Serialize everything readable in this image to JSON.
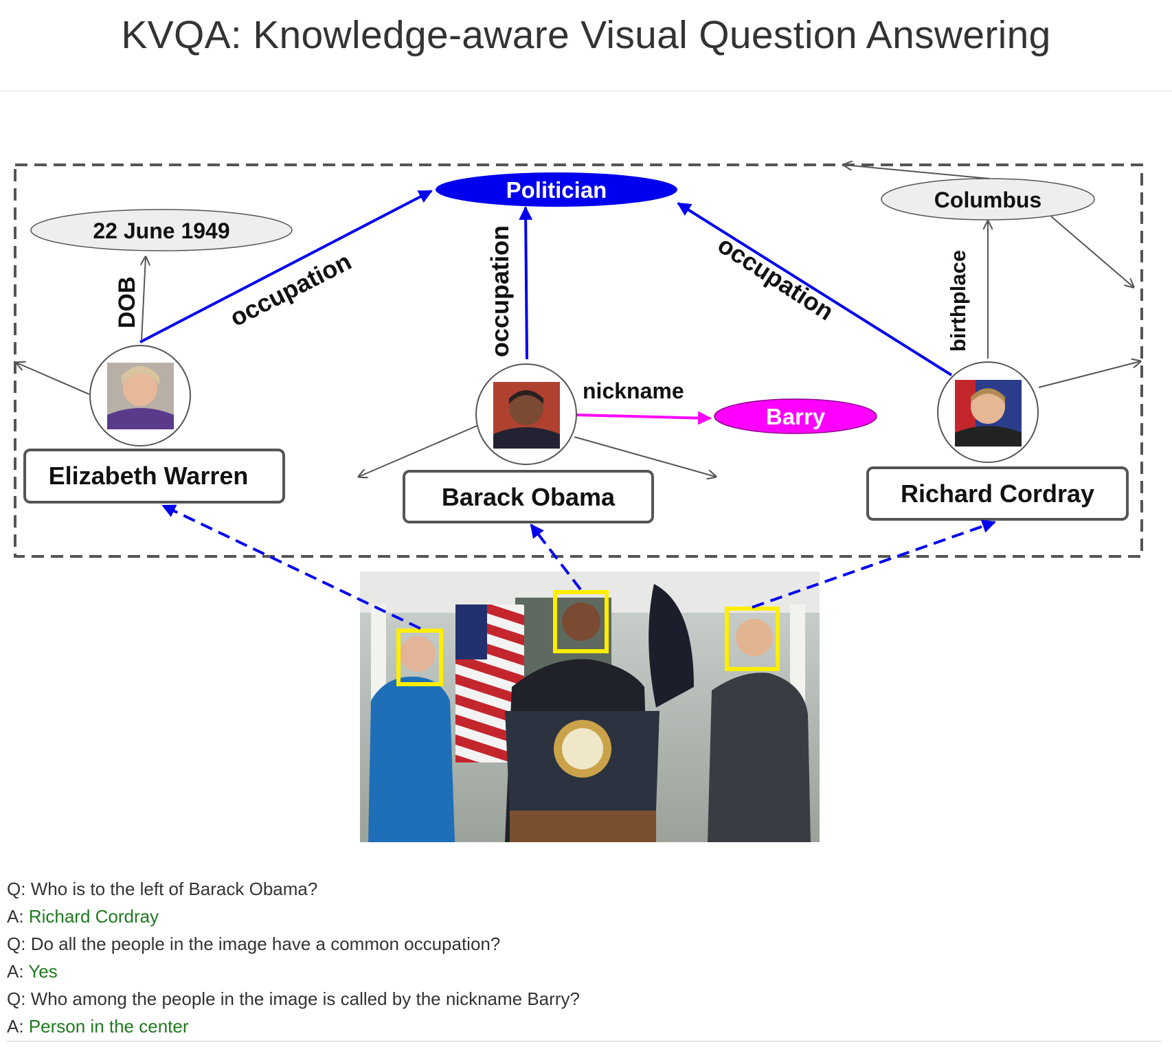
{
  "page": {
    "title": "KVQA: Knowledge-aware Visual Question Answering"
  },
  "graph": {
    "nodes": {
      "politician": "Politician",
      "dob": "22 June 1949",
      "columbus": "Columbus",
      "barry": "Barry"
    },
    "people": {
      "warren": "Elizabeth Warren",
      "obama": "Barack Obama",
      "cordray": "Richard Cordray"
    },
    "edges": {
      "dob": "DOB",
      "occupation_left": "occupation",
      "occupation_center": "occupation",
      "occupation_right": "occupation",
      "nickname": "nickname",
      "birthplace": "birthplace"
    }
  },
  "qa": {
    "items": [
      {
        "q_prefix": "Q:",
        "q": "Who is to the left of Barack Obama?",
        "a_prefix": "A:",
        "a": "Richard Cordray"
      },
      {
        "q_prefix": "Q:",
        "q": "Do all the people in the image have a common occupation?",
        "a_prefix": "A:",
        "a": "Yes"
      },
      {
        "q_prefix": "Q:",
        "q": "Who among the people in the image is called by the nickname Barry?",
        "a_prefix": "A:",
        "a": "Person in the center"
      }
    ]
  },
  "colors": {
    "blue": "#0000ee",
    "magenta": "#ff00ff",
    "yellow": "#ffee00",
    "answer_green": "#1f7a1f",
    "text": "#333333"
  }
}
